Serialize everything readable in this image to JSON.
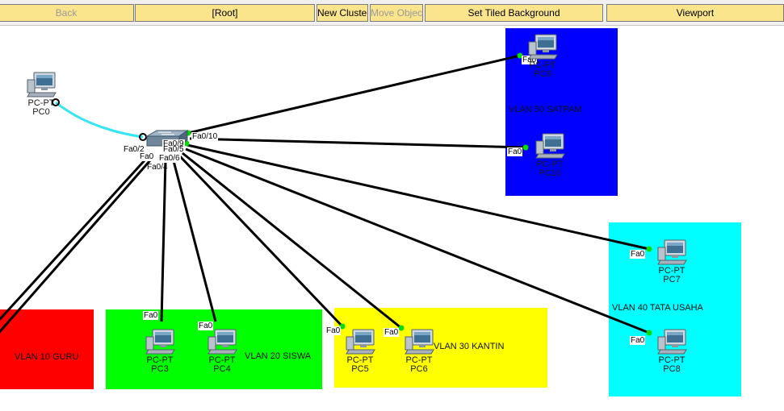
{
  "toolbar": {
    "back": "Back",
    "root": "[Root]",
    "new_cluster": "New Cluster",
    "move_object": "Move Object",
    "set_tiled_background": "Set Tiled Background",
    "viewport": "Viewport"
  },
  "zones": {
    "vlan10": "VLAN 10 GURU",
    "vlan20": "VLAN 20 SISWA",
    "vlan30": "VLAN 30 KANTIN",
    "vlan40": "VLAN 40 TATA USAHA",
    "vlan50": "VLAN 50 SATPAM"
  },
  "colors": {
    "vlan10": "#ff0000",
    "vlan20": "#00ff00",
    "vlan30": "#ffff00",
    "vlan40": "#00ffff",
    "vlan50": "#0000ff",
    "console_cable": "#33e6f2",
    "link": "#000000",
    "link_up": "#00dd00"
  },
  "devices": {
    "pc0": {
      "type": "PC-PT",
      "name": "PC0"
    },
    "pc3": {
      "type": "PC-PT",
      "name": "PC3"
    },
    "pc4": {
      "type": "PC-PT",
      "name": "PC4"
    },
    "pc5": {
      "type": "PC-PT",
      "name": "PC5"
    },
    "pc6": {
      "type": "PC-PT",
      "name": "PC6"
    },
    "pc7": {
      "type": "PC-PT",
      "name": "PC7"
    },
    "pc8": {
      "type": "PC-PT",
      "name": "PC8"
    },
    "pc9": {
      "type": "PC-PT",
      "name": "PC9"
    },
    "pc10": {
      "type": "PC-PT",
      "name": "PC10"
    }
  },
  "ports": {
    "fa0": "Fa0",
    "sw_fa0_10": "Fa0/10",
    "sw_fa0_9": "Fa0/9",
    "sw_fa0_2": "Fa0/2",
    "sw_fa0_5": "Fa0/5",
    "sw_fa0_6": "Fa0/6",
    "sw_fa0_4": "Fa0/4",
    "sw_fa0": "Fa0"
  }
}
